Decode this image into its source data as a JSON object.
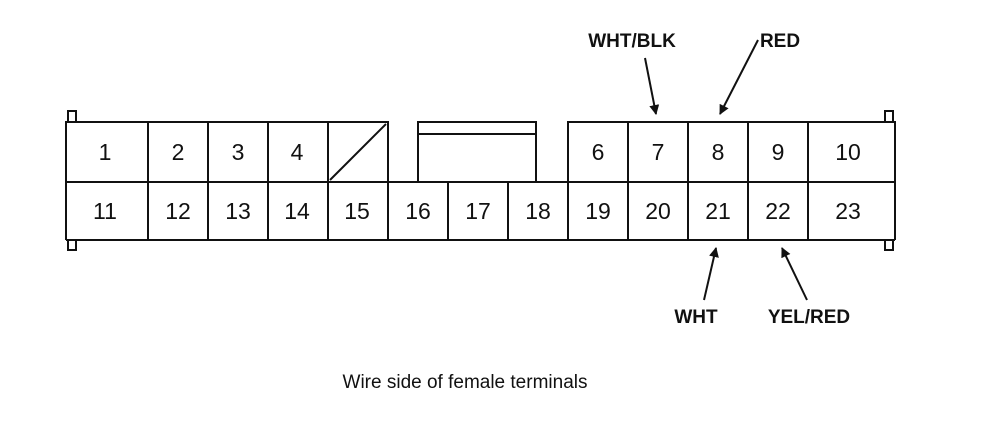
{
  "connector": {
    "top_row": [
      "1",
      "2",
      "3",
      "4",
      "",
      "6",
      "7",
      "8",
      "9",
      "10"
    ],
    "bottom_row": [
      "11",
      "12",
      "13",
      "14",
      "15",
      "16",
      "17",
      "18",
      "19",
      "20",
      "21",
      "22",
      "23"
    ],
    "empty_cavities": [
      "5"
    ]
  },
  "wires": [
    {
      "pin": "7",
      "label": "WHT/BLK"
    },
    {
      "pin": "8",
      "label": "RED"
    },
    {
      "pin": "21",
      "label": "WHT"
    },
    {
      "pin": "22",
      "label": "YEL/RED"
    }
  ],
  "caption": "Wire side of female terminals"
}
